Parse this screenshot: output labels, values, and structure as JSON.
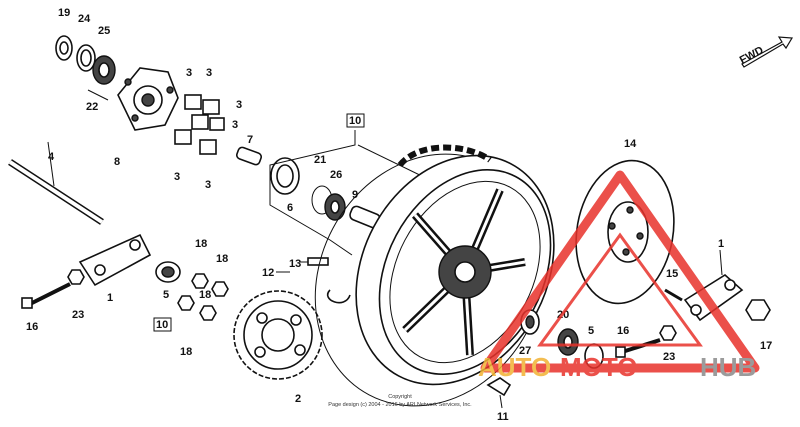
{
  "direction_label": "FWD",
  "callouts": [
    {
      "id": "c19",
      "label": "19"
    },
    {
      "id": "c24",
      "label": "24"
    },
    {
      "id": "c25",
      "label": "25"
    },
    {
      "id": "c22",
      "label": "22"
    },
    {
      "id": "c8",
      "label": "8"
    },
    {
      "id": "c3a",
      "label": "3"
    },
    {
      "id": "c3b",
      "label": "3"
    },
    {
      "id": "c3c",
      "label": "3"
    },
    {
      "id": "c3d",
      "label": "3"
    },
    {
      "id": "c3e",
      "label": "3"
    },
    {
      "id": "c3f",
      "label": "3"
    },
    {
      "id": "c7",
      "label": "7"
    },
    {
      "id": "c4",
      "label": "4"
    },
    {
      "id": "c10a",
      "label": "10"
    },
    {
      "id": "c21",
      "label": "21"
    },
    {
      "id": "c26",
      "label": "26"
    },
    {
      "id": "c6",
      "label": "6"
    },
    {
      "id": "c9",
      "label": "9"
    },
    {
      "id": "c14",
      "label": "14"
    },
    {
      "id": "c18a",
      "label": "18"
    },
    {
      "id": "c18b",
      "label": "18"
    },
    {
      "id": "c18c",
      "label": "18"
    },
    {
      "id": "c18d",
      "label": "18"
    },
    {
      "id": "c13",
      "label": "13"
    },
    {
      "id": "c12",
      "label": "12"
    },
    {
      "id": "c5a",
      "label": "5"
    },
    {
      "id": "c10b",
      "label": "10"
    },
    {
      "id": "c1a",
      "label": "1"
    },
    {
      "id": "c16a",
      "label": "16"
    },
    {
      "id": "c23a",
      "label": "23"
    },
    {
      "id": "c2",
      "label": "2"
    },
    {
      "id": "c1b",
      "label": "1"
    },
    {
      "id": "c15",
      "label": "15"
    },
    {
      "id": "c27",
      "label": "27"
    },
    {
      "id": "c20",
      "label": "20"
    },
    {
      "id": "c5b",
      "label": "5"
    },
    {
      "id": "c16b",
      "label": "16"
    },
    {
      "id": "c23b",
      "label": "23"
    },
    {
      "id": "c17",
      "label": "17"
    },
    {
      "id": "c11",
      "label": "11"
    }
  ],
  "copyright": {
    "line1": "Copyright",
    "line2": "Page design (c) 2004 - 2016 by ARI Network Services, Inc."
  },
  "watermark": {
    "part1": "AUTO",
    "part2": "MOTO",
    "part3": "HUB"
  },
  "colors": {
    "ink": "#111111",
    "watermark_red": "#e8322b",
    "watermark_gold": "#f2b233",
    "watermark_gray": "#8a8a8a"
  }
}
